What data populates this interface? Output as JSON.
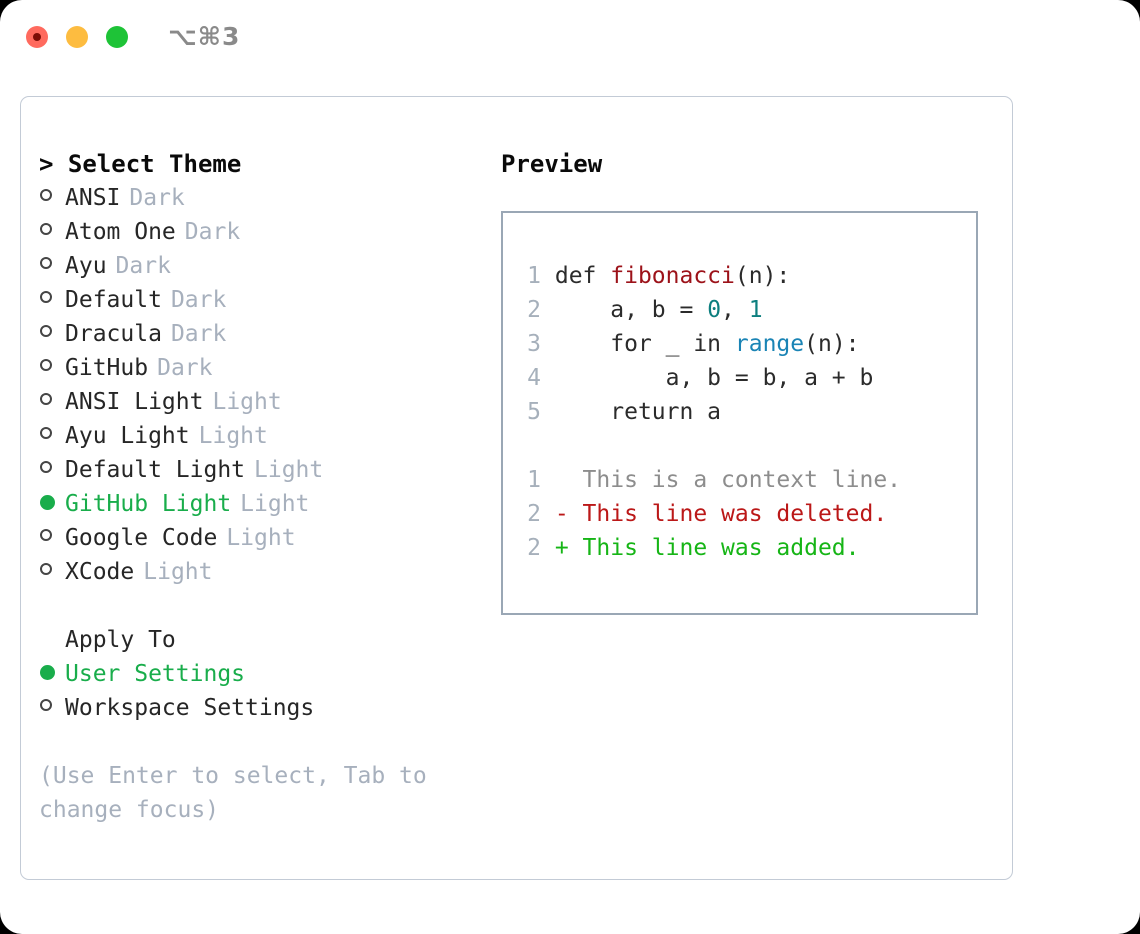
{
  "window": {
    "shortcut": "⌥⌘3",
    "traffic_lights": [
      "close-red",
      "minimize-yellow",
      "zoom-green"
    ]
  },
  "theme_picker": {
    "header": "> Select Theme",
    "marker_unselected": "○",
    "marker_selected": "●",
    "selected_color": "#19ad4b",
    "badge_color": "#a7b0bd",
    "items": [
      {
        "label": "ANSI",
        "badge": "Dark",
        "selected": false
      },
      {
        "label": "Atom One",
        "badge": "Dark",
        "selected": false
      },
      {
        "label": "Ayu",
        "badge": "Dark",
        "selected": false
      },
      {
        "label": "Default",
        "badge": "Dark",
        "selected": false
      },
      {
        "label": "Dracula",
        "badge": "Dark",
        "selected": false
      },
      {
        "label": "GitHub",
        "badge": "Dark",
        "selected": false
      },
      {
        "label": "ANSI Light",
        "badge": "Light",
        "selected": false
      },
      {
        "label": "Ayu Light",
        "badge": "Light",
        "selected": false
      },
      {
        "label": "Default Light",
        "badge": "Light",
        "selected": false
      },
      {
        "label": "GitHub Light",
        "badge": "Light",
        "selected": true
      },
      {
        "label": "Google Code",
        "badge": "Light",
        "selected": false
      },
      {
        "label": "XCode",
        "badge": "Light",
        "selected": false
      }
    ]
  },
  "apply_to": {
    "header": "Apply To",
    "items": [
      {
        "label": "User Settings",
        "selected": true
      },
      {
        "label": "Workspace Settings",
        "selected": false
      }
    ]
  },
  "hint": "(Use Enter to select, Tab to change focus)",
  "preview": {
    "title": "Preview",
    "code_lines": [
      {
        "no": "1",
        "spans": [
          {
            "text": "def ",
            "cls": "code-text"
          },
          {
            "text": "fibonacci",
            "cls": "tok-fn"
          },
          {
            "text": "(n):",
            "cls": "code-text"
          }
        ]
      },
      {
        "no": "2",
        "spans": [
          {
            "text": "    a, b = ",
            "cls": "code-text"
          },
          {
            "text": "0",
            "cls": "tok-num"
          },
          {
            "text": ", ",
            "cls": "code-text"
          },
          {
            "text": "1",
            "cls": "tok-num"
          }
        ]
      },
      {
        "no": "3",
        "spans": [
          {
            "text": "    for _ in ",
            "cls": "code-text"
          },
          {
            "text": "range",
            "cls": "tok-call"
          },
          {
            "text": "(n):",
            "cls": "code-text"
          }
        ]
      },
      {
        "no": "4",
        "spans": [
          {
            "text": "        a, b = b, a + b",
            "cls": "code-text"
          }
        ]
      },
      {
        "no": "5",
        "spans": [
          {
            "text": "    return a",
            "cls": "code-text"
          }
        ]
      }
    ],
    "diff_lines": [
      {
        "no": "1",
        "text": "   This is a context line.",
        "cls": "diff-ctx"
      },
      {
        "no": "2",
        "text": " - This line was deleted.",
        "cls": "diff-del"
      },
      {
        "no": "2",
        "text": " + This line was added.",
        "cls": "diff-add"
      }
    ],
    "colors": {
      "function": "#9c1219",
      "number": "#0d7f7f",
      "builtin": "#1a84b5",
      "context": "#8d8d8d",
      "deleted": "#bb1818",
      "added": "#16b516",
      "border": "#9aa7b5",
      "lineno": "#a6b0bb"
    }
  }
}
